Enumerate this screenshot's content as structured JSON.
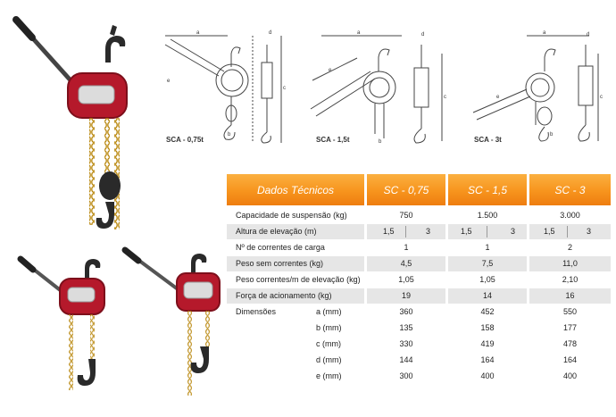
{
  "drawings": [
    {
      "caption": "SCA - 0,75t"
    },
    {
      "caption": "SCA - 1,5t"
    },
    {
      "caption": "SCA - 3t"
    }
  ],
  "table": {
    "header_label": "Dados Técnicos",
    "models": [
      "SC - 0,75",
      "SC - 1,5",
      "SC - 3"
    ],
    "rows": {
      "capacity": {
        "label": "Capacidade de suspensão (kg)",
        "values": [
          "750",
          "1.500",
          "3.000"
        ]
      },
      "lift": {
        "label": "Altura de elevação (m)",
        "a": "1,5",
        "b": "3"
      },
      "chains": {
        "label": "Nº de correntes de carga",
        "values": [
          "1",
          "1",
          "2"
        ]
      },
      "weight": {
        "label": "Peso sem correntes (kg)",
        "values": [
          "4,5",
          "7,5",
          "11,0"
        ]
      },
      "chain_weight": {
        "label": "Peso correntes/m de elevação (kg)",
        "values": [
          "1,05",
          "1,05",
          "2,10"
        ]
      },
      "force": {
        "label": "Força de acionamento (kg)",
        "values": [
          "19",
          "14",
          "16"
        ]
      }
    },
    "dimensions": {
      "label": "Dimensões",
      "rows": [
        {
          "label": "a (mm)",
          "values": [
            "360",
            "452",
            "550"
          ]
        },
        {
          "label": "b (mm)",
          "values": [
            "135",
            "158",
            "177"
          ]
        },
        {
          "label": "c (mm)",
          "values": [
            "330",
            "419",
            "478"
          ]
        },
        {
          "label": "d (mm)",
          "values": [
            "144",
            "164",
            "164"
          ]
        },
        {
          "label": "e (mm)",
          "values": [
            "300",
            "400",
            "400"
          ]
        }
      ]
    }
  },
  "colors": {
    "header_orange": "#f7941d",
    "row_shade": "#e6e6e6",
    "hoist_red": "#b5192b"
  }
}
